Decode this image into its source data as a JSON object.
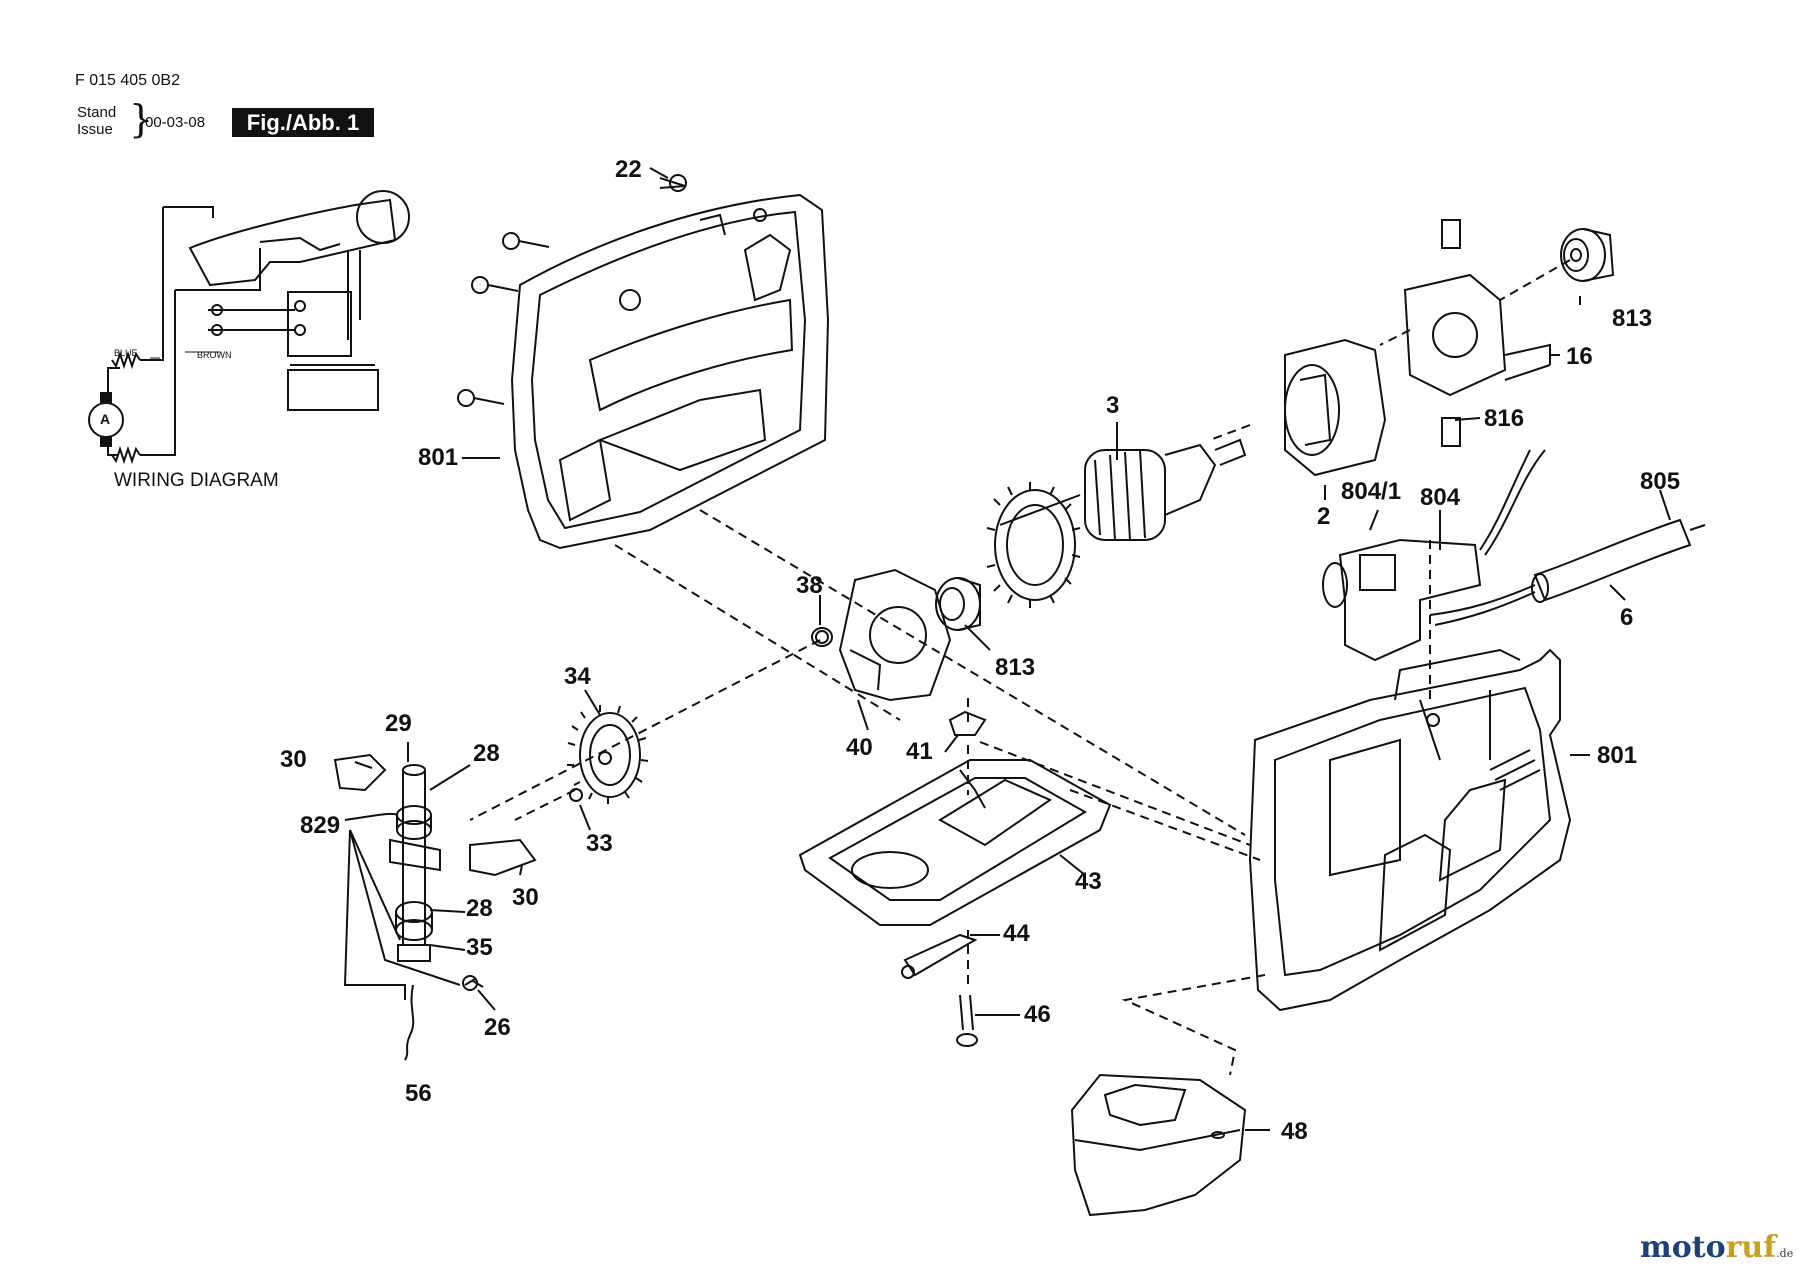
{
  "header": {
    "doc_number": "F 015 405 0B2",
    "stand_label": "Stand",
    "issue_label": "Issue",
    "date": "00-03-08",
    "figure_label": "Fig./Abb. 1"
  },
  "wiring": {
    "title": "WIRING DIAGRAM",
    "blue_label": "BLUE",
    "brown_label": "BROWN",
    "motor_label": "A"
  },
  "parts": {
    "p22": "22",
    "p801a": "801",
    "p3": "3",
    "p2": "2",
    "p813a": "813",
    "p16": "16",
    "p816": "816",
    "p8041": "804/1",
    "p804": "804",
    "p805": "805",
    "p6": "6",
    "p38": "38",
    "p813b": "813",
    "p40": "40",
    "p34": "34",
    "p41": "41",
    "p801b": "801",
    "p29": "29",
    "p30a": "30",
    "p28a": "28",
    "p829": "829",
    "p33": "33",
    "p30b": "30",
    "p28b": "28",
    "p35": "35",
    "p43": "43",
    "p44": "44",
    "p26": "26",
    "p46": "46",
    "p56": "56",
    "p48": "48"
  },
  "brand": {
    "part1": "moto",
    "part2": "ruf",
    "suffix": ".de"
  }
}
